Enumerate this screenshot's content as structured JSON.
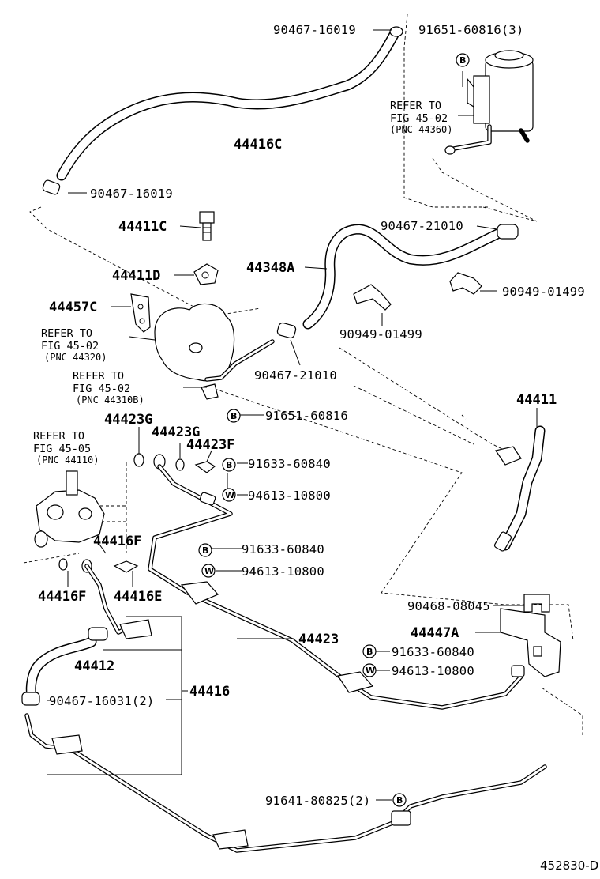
{
  "diagram": {
    "labels": {
      "hose_44416c": "44416C",
      "clip_90467_16019_top": "90467-16019",
      "clip_90467_16019_left": "90467-16019",
      "bolt_91651_60816_3": "91651-60816(3)",
      "union_44411c": "44411C",
      "plate_44411d": "44411D",
      "hose_44348a": "44348A",
      "clip_90467_21010_upper": "90467-21010",
      "clip_90949_01499_right": "90949-01499",
      "clip_90949_01499_mid": "90949-01499",
      "bracket_44457c": "44457C",
      "clip_90467_21010_lower": "90467-21010",
      "bolt_91651_60816": "91651-60816",
      "pipe_44411": "44411",
      "gasket_44423g_a": "44423G",
      "gasket_44423g_b": "44423G",
      "bolt_44423f": "44423F",
      "bolt_91633_60840_a": "91633-60840",
      "washer_94613_10800_a": "94613-10800",
      "union_44416f_top": "44416F",
      "bolt_91633_60840_b": "91633-60840",
      "washer_94613_10800_b": "94613-10800",
      "gasket_44416f_bottom": "44416F",
      "bolt_44416e": "44416E",
      "clamp_90468_08045": "90468-08045",
      "bracket_44447a": "44447A",
      "tube_44423": "44423",
      "bolt_91633_60840_c": "91633-60840",
      "washer_94613_10800_c": "94613-10800",
      "hose_44412": "44412",
      "clip_90467_16031_2": "90467-16031(2)",
      "assy_44416": "44416",
      "bolt_91641_80825_2": "91641-80825(2)"
    },
    "references": {
      "fig_reservoir": [
        "REFER TO",
        "FIG 45-02",
        "(PNC 44360)"
      ],
      "fig_pump_upper": [
        "REFER TO",
        "FIG 45-02",
        "(PNC 44320)"
      ],
      "fig_pump_lower": [
        "REFER TO",
        "FIG 45-02",
        "(PNC 44310B)"
      ],
      "fig_gear": [
        "REFER TO",
        "FIG 45-05",
        "(PNC 44110)"
      ]
    },
    "markers": {
      "bolt_marker": "B",
      "washer_marker": "W"
    },
    "footer_id": "452830-D"
  }
}
